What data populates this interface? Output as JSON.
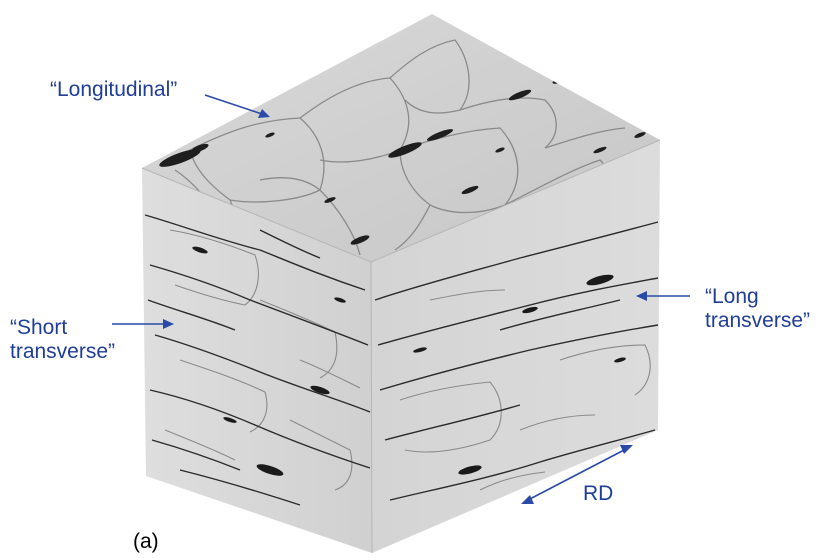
{
  "labels": {
    "longitudinal": "“Longitudinal”",
    "short_transverse_line1": "“Short",
    "short_transverse_line2": "transverse”",
    "long_transverse_line1": "“Long",
    "long_transverse_line2": "transverse”",
    "rolling_direction": "RD",
    "panel": "(a)"
  },
  "colors": {
    "label_blue": "#1f3d99",
    "arrow_blue": "#2a4aa8",
    "top_face": "#cfcfcf",
    "left_face": "#d8d8d8",
    "right_face": "#d2d2d2",
    "grain_boundary": "#7a7a7a",
    "inclusion": "#1a1a1a"
  }
}
